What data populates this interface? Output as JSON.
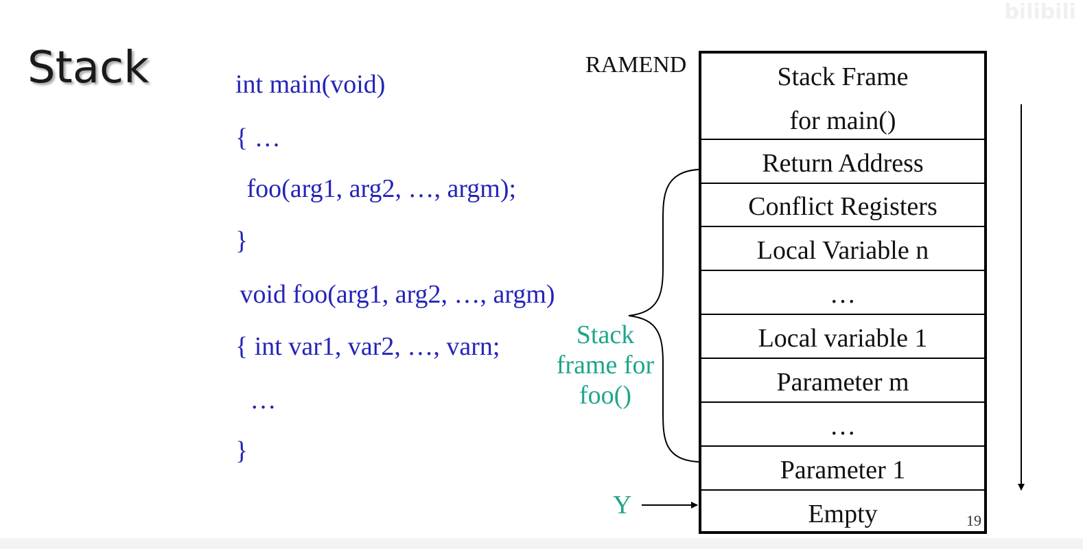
{
  "slide": {
    "title": "Stack",
    "page_number": "19",
    "watermark": "bilibili"
  },
  "code": {
    "lines": [
      "int main(void)",
      "{ …",
      " foo(arg1, arg2, …, argm);",
      "}",
      " void foo(arg1, arg2, …, argm)",
      "{ int var1, var2, …, varn;",
      " …",
      "}"
    ]
  },
  "diagram": {
    "ramend_label": "RAMEND",
    "stack_pointer_label": "Y",
    "brace_label_lines": [
      "Stack",
      "frame for",
      "foo()"
    ],
    "cells": [
      "Stack Frame",
      "for main()",
      "Return Address",
      "Conflict Registers",
      "Local Variable n",
      "…",
      "Local variable 1",
      "Parameter m",
      "…",
      "Parameter 1",
      "Empty"
    ]
  },
  "colors": {
    "code": "#2424b8",
    "annotation": "#1fa58a",
    "text": "#111111"
  }
}
